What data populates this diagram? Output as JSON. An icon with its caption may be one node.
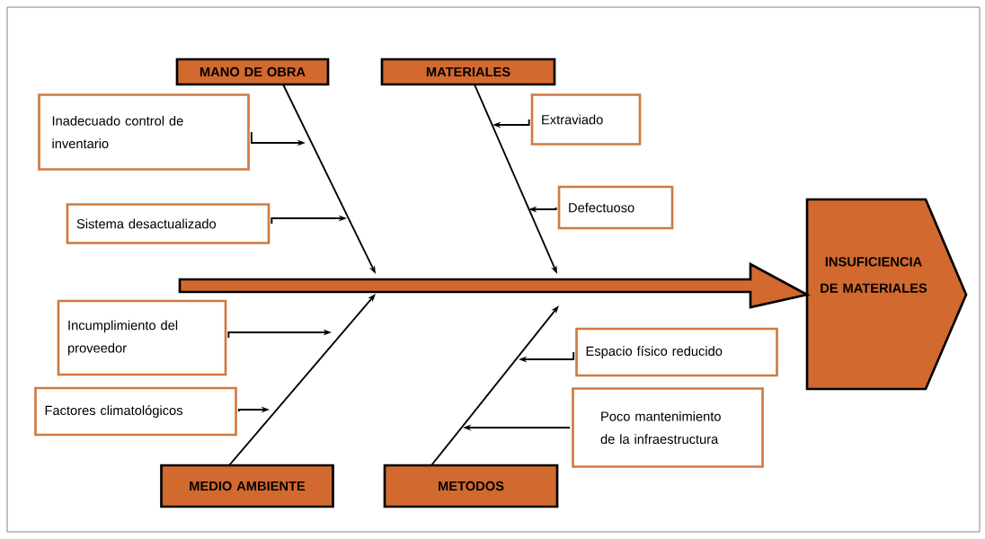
{
  "diagram": {
    "nodes": [
      {
        "text": [
          "MANO DE OBRA"
        ]
      },
      {
        "text": [
          "MATERIALES"
        ]
      },
      {
        "text": [
          "Inadecuado control de inventario"
        ]
      },
      {
        "text": [
          "Extraviado"
        ]
      },
      {
        "text": [
          "Defectuoso"
        ]
      },
      {
        "text": [
          "Sistema desactualizado"
        ]
      },
      {
        "text": [
          "INSUFICIENCIA DE MATERIALES"
        ]
      },
      {
        "text": [
          "Incumplimiento del proveedor"
        ]
      },
      {
        "text": [
          "Espacio físico reducido"
        ]
      },
      {
        "text": [
          "Factores climatológicos"
        ]
      },
      {
        "text": [
          "Poco mantenimiento de la infraestructura"
        ]
      },
      {
        "text": [
          "MEDIO AMBIENTE"
        ]
      },
      {
        "text": [
          "METODOS"
        ]
      }
    ],
    "edges": [
      {
        "from": null,
        "to": 6,
        "arrow": "to",
        "style": "thick",
        "color": "#d2692f"
      },
      {
        "from": 0,
        "to": null,
        "arrow": "to"
      },
      {
        "from": 1,
        "to": null,
        "arrow": "to"
      },
      {
        "from": 11,
        "to": null,
        "arrow": "to"
      },
      {
        "from": 12,
        "to": null,
        "arrow": "to"
      },
      {
        "from": 2,
        "to": null,
        "arrow": "to"
      },
      {
        "from": 5,
        "to": null,
        "arrow": "to"
      },
      {
        "from": 3,
        "to": null,
        "arrow": "to"
      },
      {
        "from": 4,
        "to": null,
        "arrow": "to"
      },
      {
        "from": 7,
        "to": null,
        "arrow": "to"
      },
      {
        "from": 9,
        "to": null,
        "arrow": "to"
      },
      {
        "from": 8,
        "to": null,
        "arrow": "to"
      },
      {
        "from": 10,
        "to": null,
        "arrow": "to"
      }
    ]
  }
}
